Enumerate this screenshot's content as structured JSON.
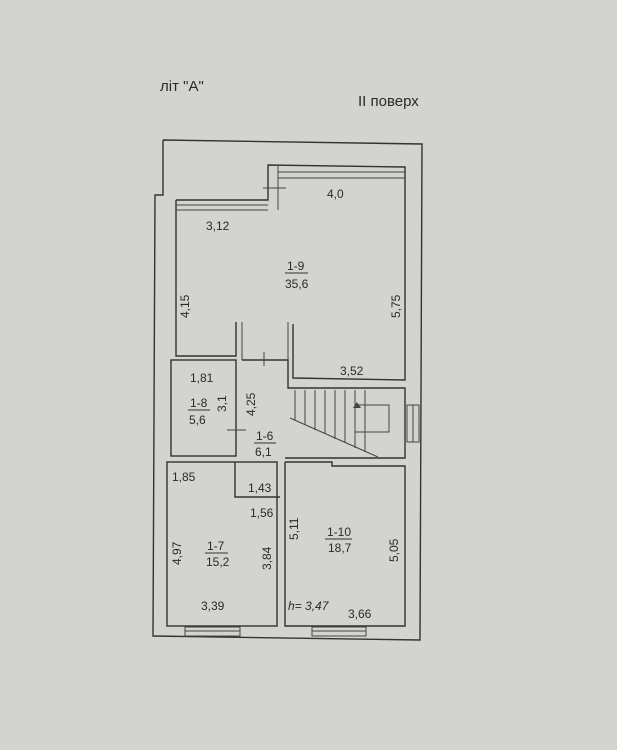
{
  "header": {
    "letter": "літ \"А\"",
    "floor": "II поверх"
  },
  "rooms": [
    {
      "id": "1-9",
      "area": "35,6"
    },
    {
      "id": "1-8",
      "area": "5,6"
    },
    {
      "id": "1-6",
      "area": "6,1"
    },
    {
      "id": "1-7",
      "area": "15,2"
    },
    {
      "id": "1-10",
      "area": "18,7"
    }
  ],
  "dimensions": {
    "d_4_0": "4,0",
    "d_3_12": "3,12",
    "d_4_15": "4,15",
    "d_5_75": "5,75",
    "d_3_52": "3,52",
    "d_1_81": "1,81",
    "d_3_1": "3,1",
    "d_4_25": "4,25",
    "d_1_85": "1,85",
    "d_1_43": "1,43",
    "d_1_56": "1,56",
    "d_5_11": "5,11",
    "d_4_97": "4,97",
    "d_3_84": "3,84",
    "d_5_05": "5,05",
    "d_3_39": "3,39",
    "d_3_66": "3,66",
    "height": "h= 3,47"
  }
}
